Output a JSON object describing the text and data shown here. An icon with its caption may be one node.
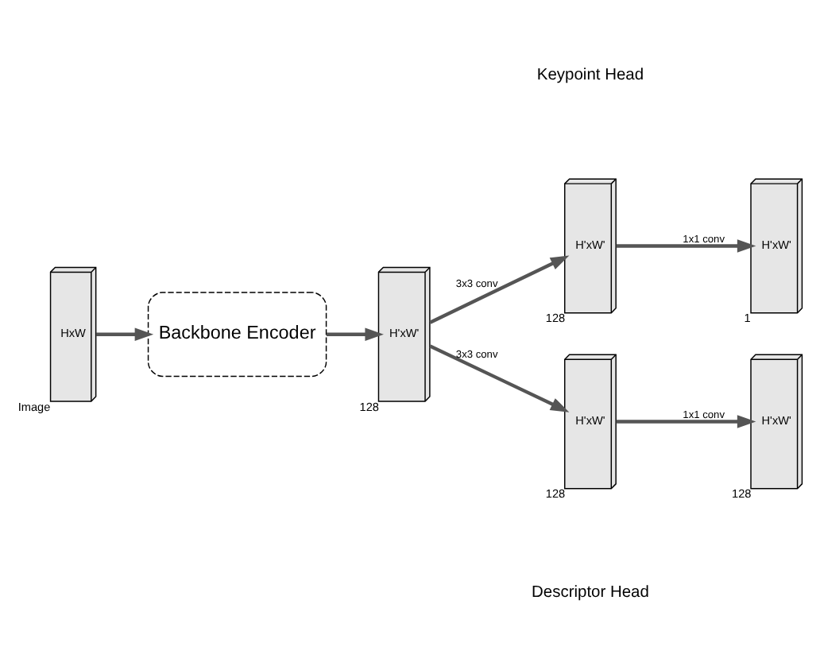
{
  "diagram": {
    "nodes": [
      {
        "text": [
          "HxW"
        ],
        "beside": [
          "Image"
        ]
      },
      {
        "text": [
          "Backbone Encoder"
        ]
      },
      {
        "text": [
          "H'xW'"
        ],
        "beside": [
          "128"
        ]
      },
      {
        "text": [
          "H'xW'"
        ],
        "beside": [
          "128"
        ]
      },
      {
        "text": [
          "H'xW'"
        ],
        "beside": [
          "1"
        ]
      },
      {
        "text": [
          "H'xW'"
        ],
        "beside": [
          "128"
        ]
      },
      {
        "text": [
          "H'xW'"
        ],
        "beside": [
          "128"
        ]
      }
    ],
    "edges": [
      {
        "from": 0,
        "to": 1,
        "arrow": "to"
      },
      {
        "from": 1,
        "to": 2,
        "arrow": "to"
      },
      {
        "from": 2,
        "to": 3,
        "arrow": "to",
        "label": "3x3 conv"
      },
      {
        "from": 3,
        "to": 4,
        "arrow": "to",
        "label": "1x1 conv"
      },
      {
        "from": 2,
        "to": 5,
        "arrow": "to",
        "label": "3x3 conv"
      },
      {
        "from": 5,
        "to": 6,
        "arrow": "to",
        "label": "1x1 conv"
      }
    ],
    "labels": [
      "Keypoint Head",
      "Descriptor Head"
    ]
  }
}
